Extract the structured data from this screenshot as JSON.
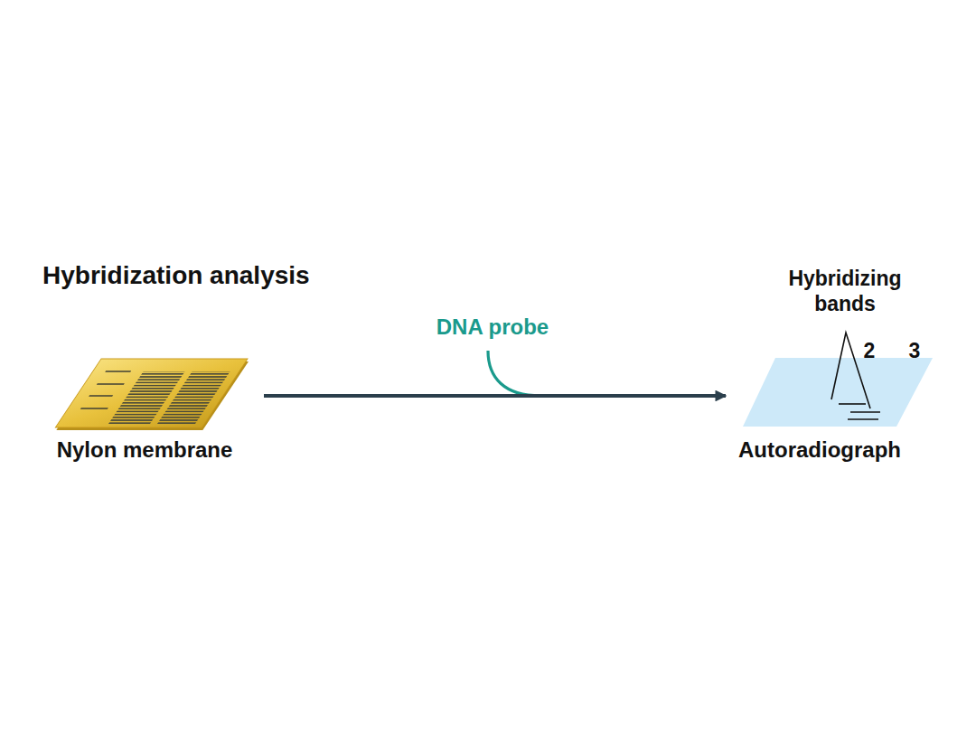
{
  "diagram": {
    "title": "Hybridization analysis",
    "nodes": [
      {
        "text": [
          "Nylon membrane"
        ]
      },
      {
        "text": [
          "Autoradiograph"
        ]
      }
    ],
    "edges": [
      {
        "from": 0,
        "to": 1,
        "arrow": "to"
      }
    ],
    "labels": [
      "DNA probe",
      "Hybridizing bands",
      "2",
      "3"
    ]
  }
}
